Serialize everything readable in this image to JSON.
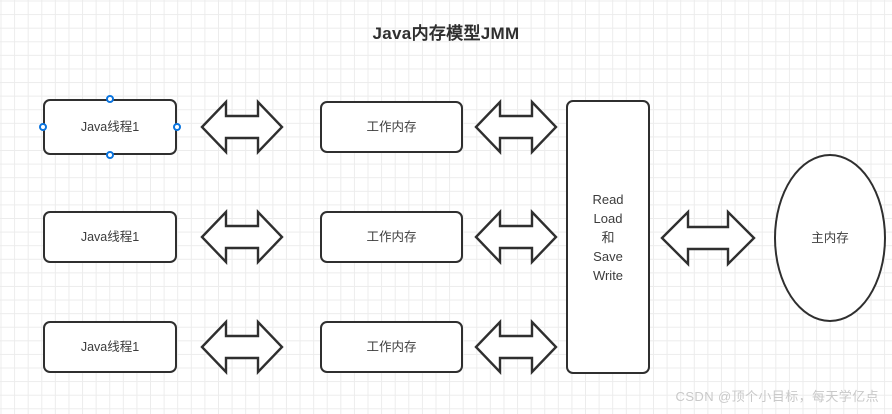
{
  "page": {
    "title": "Java内存模型JMM",
    "background_color": "#ffffff",
    "grid_color": "#ececec",
    "stroke_color": "#2f2f2f",
    "text_color": "#3c3c3c",
    "selection_color": "#0b74de"
  },
  "threads": [
    {
      "label": "Java线程1",
      "selected": true
    },
    {
      "label": "Java线程1",
      "selected": false
    },
    {
      "label": "Java线程1",
      "selected": false
    }
  ],
  "working_memory": [
    {
      "label": "工作内存"
    },
    {
      "label": "工作内存"
    },
    {
      "label": "工作内存"
    }
  ],
  "bus": {
    "lines": [
      "Read",
      "Load",
      "和",
      "Save",
      "Write"
    ]
  },
  "main_memory": {
    "label": "主内存"
  },
  "arrows": {
    "icon": "double-headed-arrow",
    "count": 7
  },
  "watermark": {
    "text": "CSDN @顶个小目标，每天学亿点"
  }
}
